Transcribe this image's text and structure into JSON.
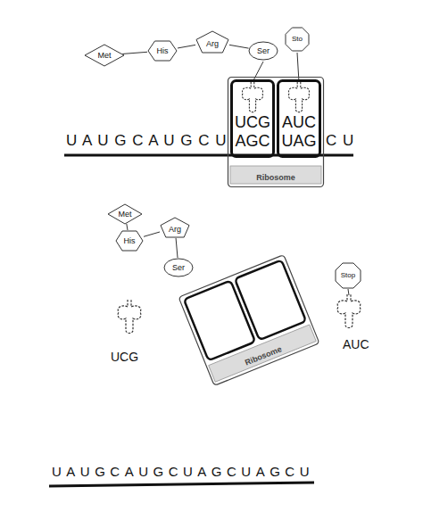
{
  "diagram": {
    "nodes": [
      {
        "text": [
          "Met"
        ]
      },
      {
        "text": [
          "His"
        ]
      },
      {
        "text": [
          "Arg"
        ]
      },
      {
        "text": [
          "Ser"
        ]
      },
      {
        "text": [
          "Sto"
        ]
      },
      {
        "text": [
          "Ribosome"
        ]
      },
      {
        "text": [
          "UCG",
          "AGC"
        ],
        "in": 5
      },
      {
        "text": [
          "AUC",
          "UAG"
        ],
        "in": 5
      },
      {
        "text": [
          "Met"
        ]
      },
      {
        "text": [
          "His"
        ]
      },
      {
        "text": [
          "Arg"
        ]
      },
      {
        "text": [
          "Ser"
        ]
      },
      {
        "text": [
          "Ribosome"
        ]
      },
      {
        "text": [
          "Stop"
        ]
      }
    ],
    "edges": [
      {
        "from": 0,
        "to": 1,
        "arrow": "none"
      },
      {
        "from": 1,
        "to": 2,
        "arrow": "none"
      },
      {
        "from": 2,
        "to": 3,
        "arrow": "none"
      },
      {
        "from": 8,
        "to": 9,
        "arrow": "none"
      },
      {
        "from": 9,
        "to": 10,
        "arrow": "none"
      },
      {
        "from": 10,
        "to": 11,
        "arrow": "none"
      }
    ],
    "labels": [
      "U A U G C A U G C U",
      "C U",
      "UCG",
      "AUC",
      "UAUGCAUGCUAGCUAGCU"
    ]
  }
}
